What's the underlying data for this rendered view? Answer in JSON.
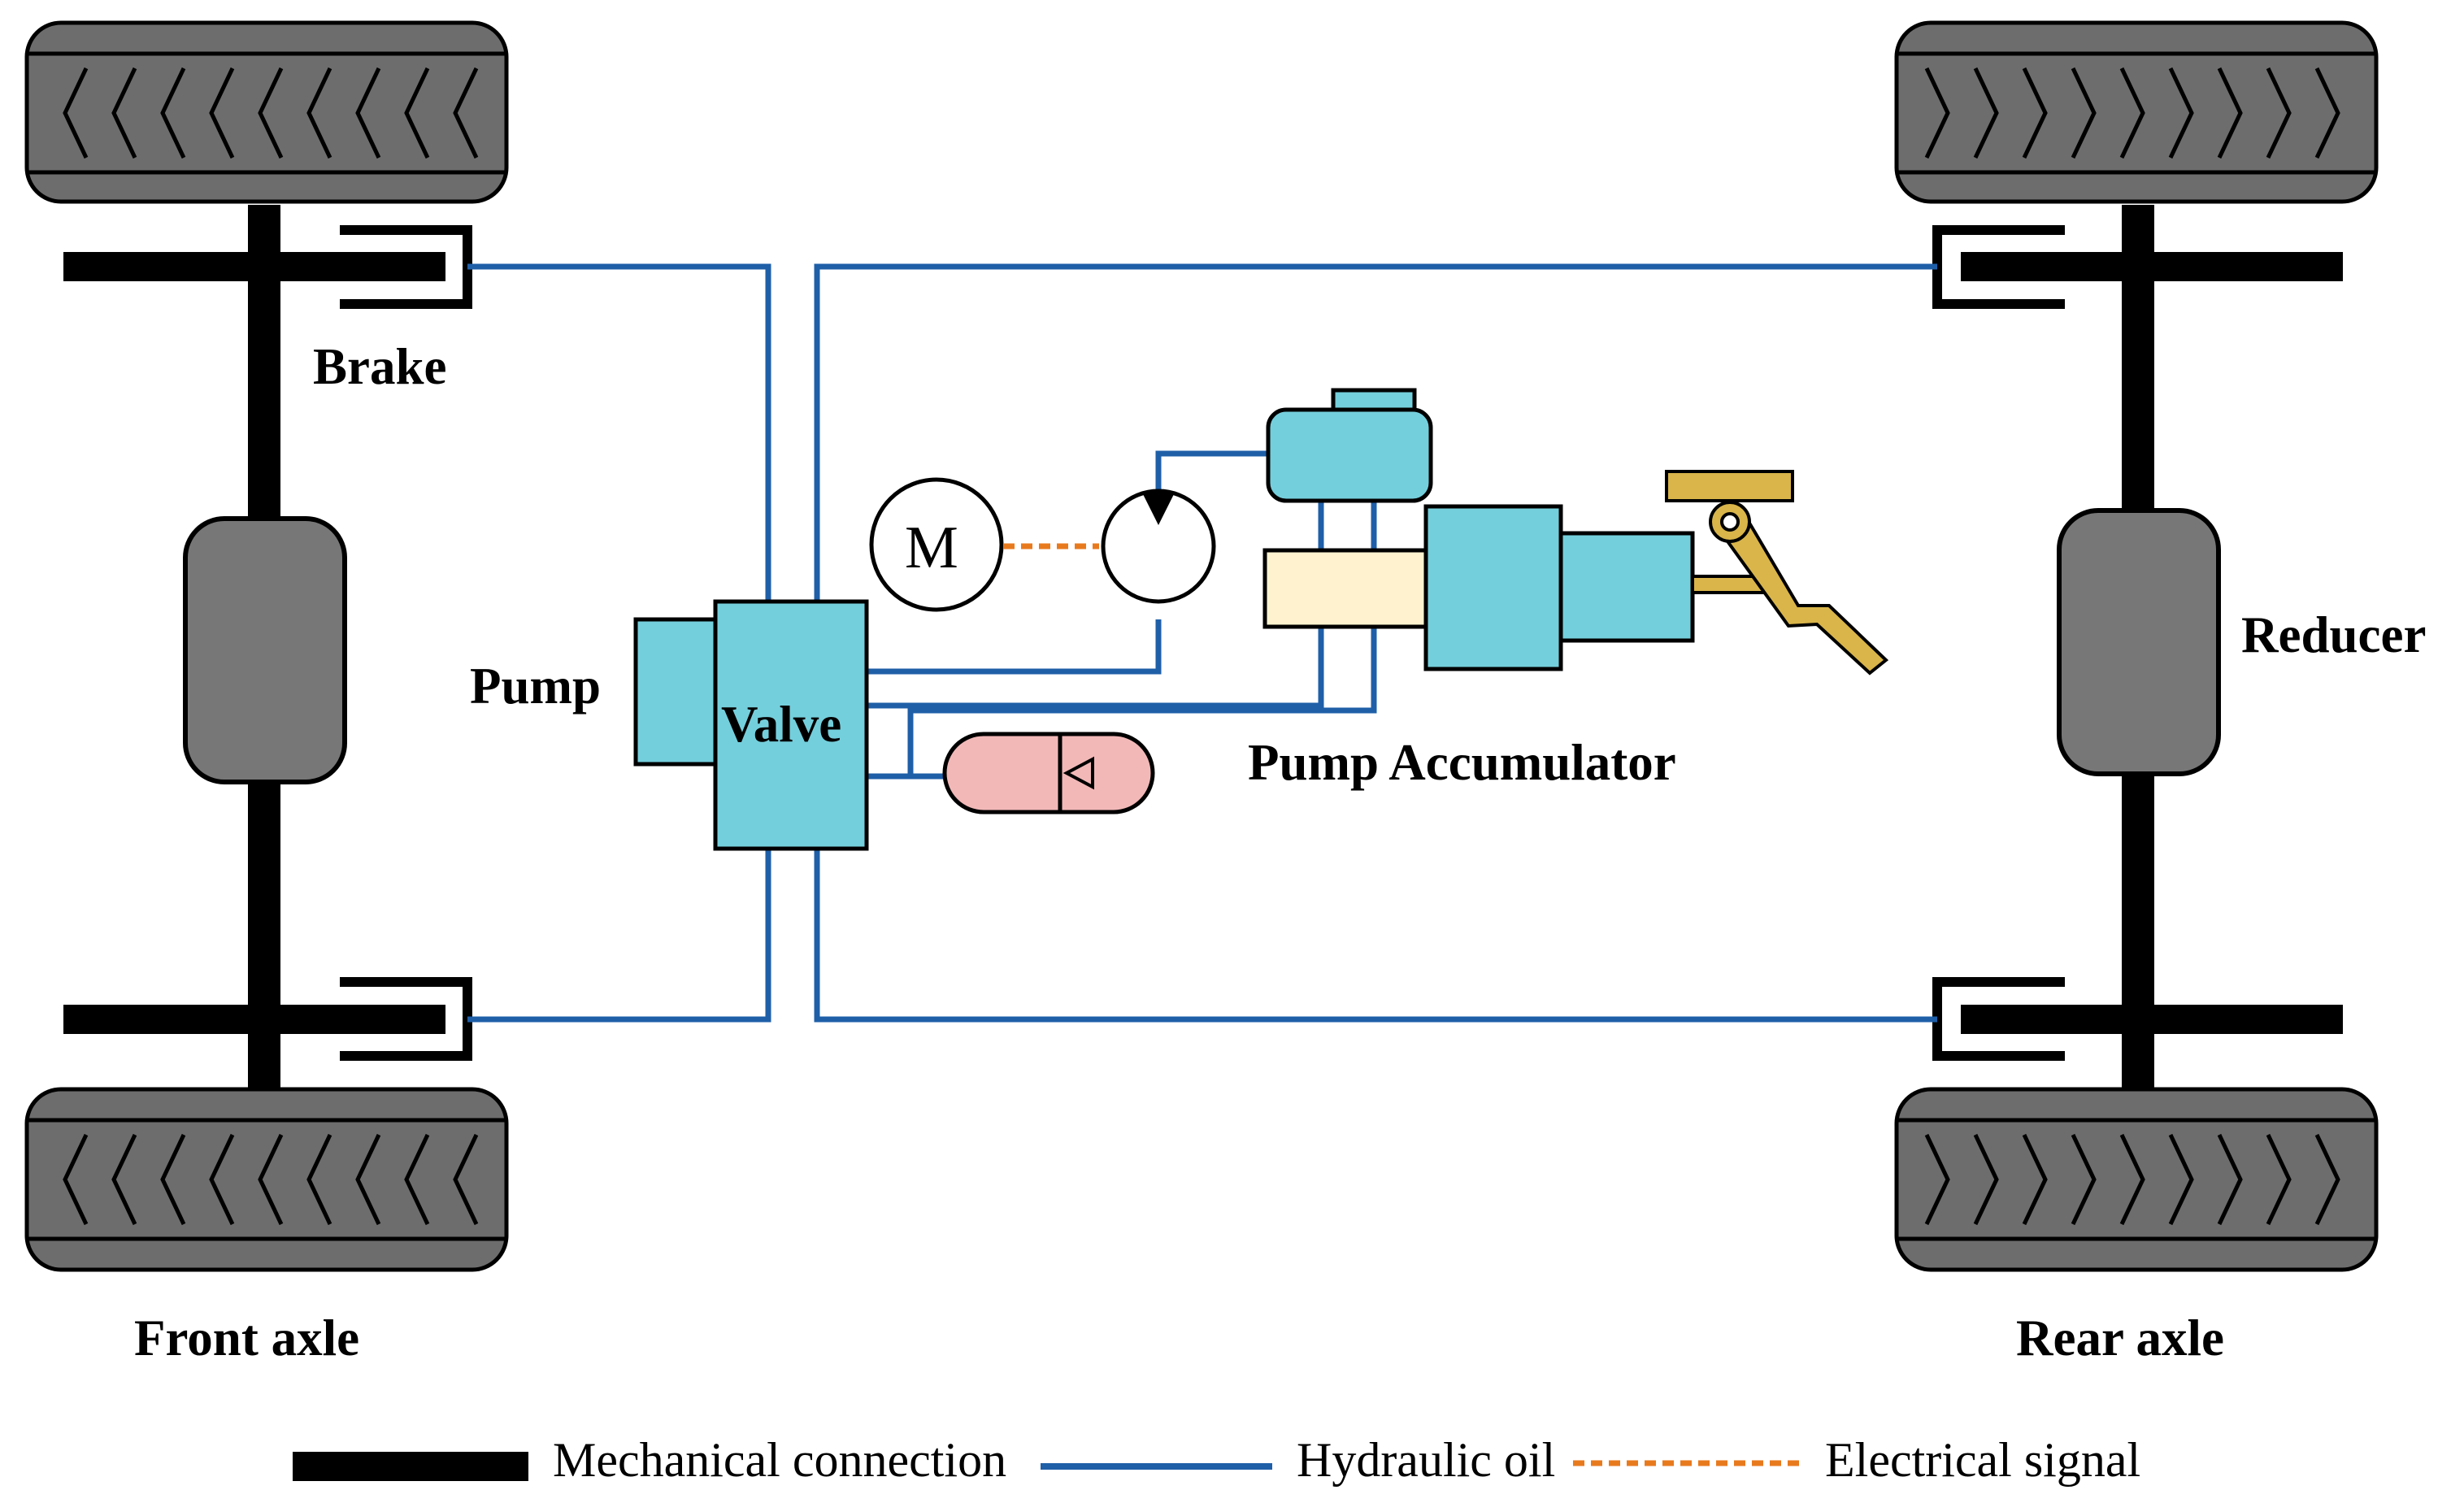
{
  "labels": {
    "brake": "Brake",
    "pump": "Pump",
    "valve": "Valve",
    "pump_accumulator": "Pump Accumulator",
    "reducer": "Reducer",
    "front_axle": "Front axle",
    "rear_axle": "Rear axle",
    "motor": "M"
  },
  "legend": {
    "mechanical": "Mechanical connection",
    "hydraulic": "Hydraulic oil",
    "electrical": "Electrical signal"
  },
  "colors": {
    "mechanical": "#000000",
    "hydraulic": "#1f5fa8",
    "electrical": "#e87a1e",
    "tire": "#6d6d6d",
    "reducer": "#777777",
    "component": "#74cfdc",
    "accumulator": "#f2b8b8",
    "cylinder": "#fff3cf",
    "pedal": "#d9b54a"
  }
}
